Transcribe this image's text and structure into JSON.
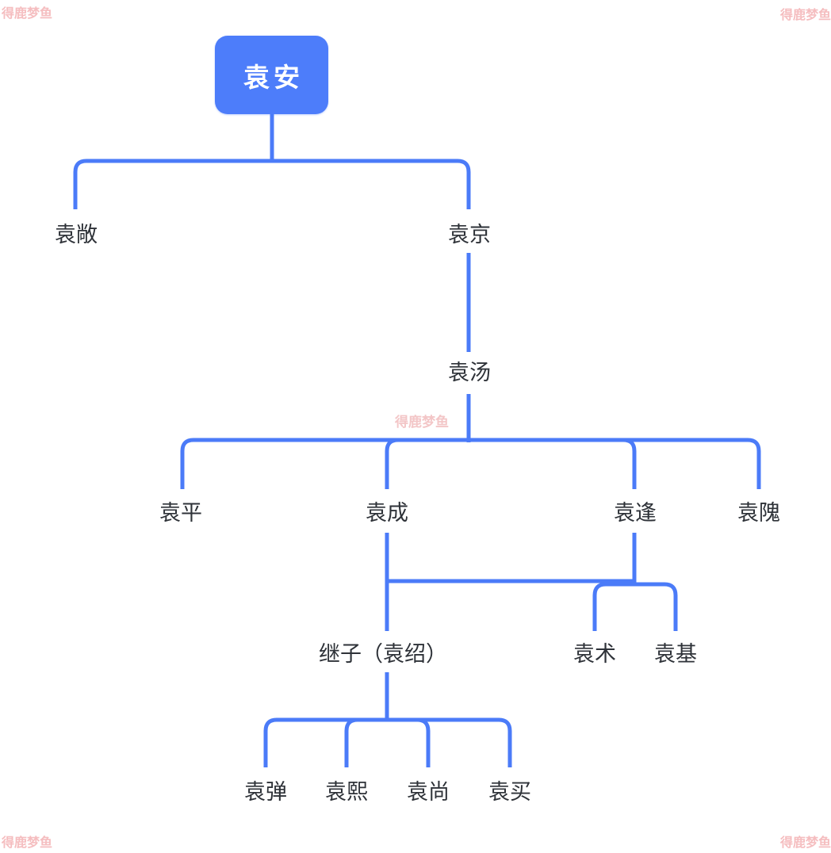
{
  "colors": {
    "accent_blue": "#4b7bf8",
    "root_fill": "#4d7dfa",
    "root_text": "#ffffff",
    "label_text": "#2e3238",
    "watermark_pink": "#f5bdbf"
  },
  "watermark": {
    "text": "得鹿梦鱼"
  },
  "nodes": {
    "yuan_an": {
      "label": "袁安"
    },
    "yuan_chang": {
      "label": "袁敞"
    },
    "yuan_jing": {
      "label": "袁京"
    },
    "yuan_tang": {
      "label": "袁汤"
    },
    "yuan_ping": {
      "label": "袁平"
    },
    "yuan_cheng": {
      "label": "袁成"
    },
    "yuan_feng": {
      "label": "袁逢"
    },
    "yuan_wei": {
      "label": "袁隗"
    },
    "jizi_yuan_shao": {
      "label": "继子（袁绍）"
    },
    "yuan_shu": {
      "label": "袁术"
    },
    "yuan_ji": {
      "label": "袁基"
    },
    "yuan_dan": {
      "label": "袁弹"
    },
    "yuan_xi": {
      "label": "袁熙"
    },
    "yuan_shang": {
      "label": "袁尚"
    },
    "yuan_mai": {
      "label": "袁买"
    }
  },
  "relations": [
    {
      "parent": "袁安",
      "children": [
        "袁敞",
        "袁京"
      ]
    },
    {
      "parent": "袁京",
      "children": [
        "袁汤"
      ]
    },
    {
      "parent": "袁汤",
      "children": [
        "袁平",
        "袁成",
        "袁逢",
        "袁隗"
      ]
    },
    {
      "parent": "袁成",
      "children": [
        "继子（袁绍）"
      ],
      "note": "横线连接袁成与袁逢"
    },
    {
      "parent": "袁逢",
      "children": [
        "袁术",
        "袁基"
      ]
    },
    {
      "parent": "继子（袁绍）",
      "children": [
        "袁弹",
        "袁熙",
        "袁尚",
        "袁买"
      ]
    }
  ]
}
